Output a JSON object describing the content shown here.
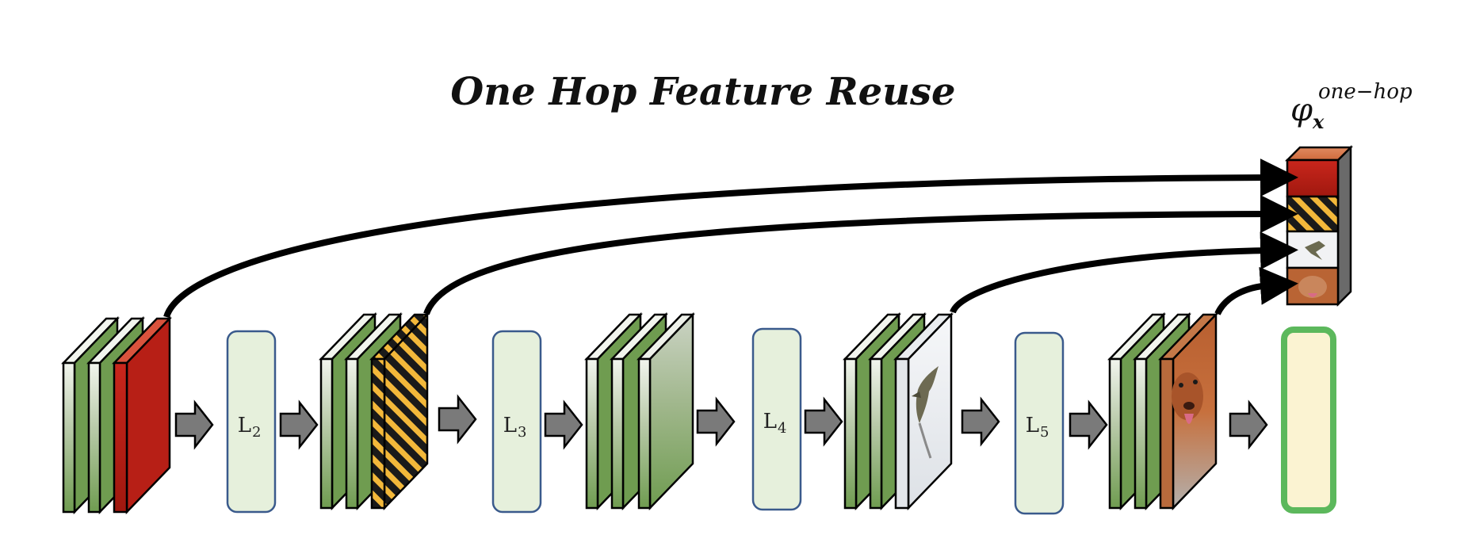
{
  "title": "One Hop Feature Reuse",
  "layers": [
    {
      "base": "L",
      "sub": "2"
    },
    {
      "base": "L",
      "sub": "3"
    },
    {
      "base": "L",
      "sub": "4"
    },
    {
      "base": "L",
      "sub": "5"
    }
  ],
  "output": {
    "phi": "φ",
    "subscript": "x",
    "superscript": "one−hop"
  },
  "colors": {
    "green_dark": "#6f9c50",
    "green_light": "#eef3e8",
    "layer_box_fill": "#e6f0dc",
    "layer_box_stroke": "#3a5a8c",
    "red_feature": "#c0231b",
    "stripe_yellow": "#f3b83a",
    "arrow_gray": "#7a7a7a",
    "output_box_fill": "#fbf3d2",
    "output_box_stroke": "#5cb85c"
  }
}
